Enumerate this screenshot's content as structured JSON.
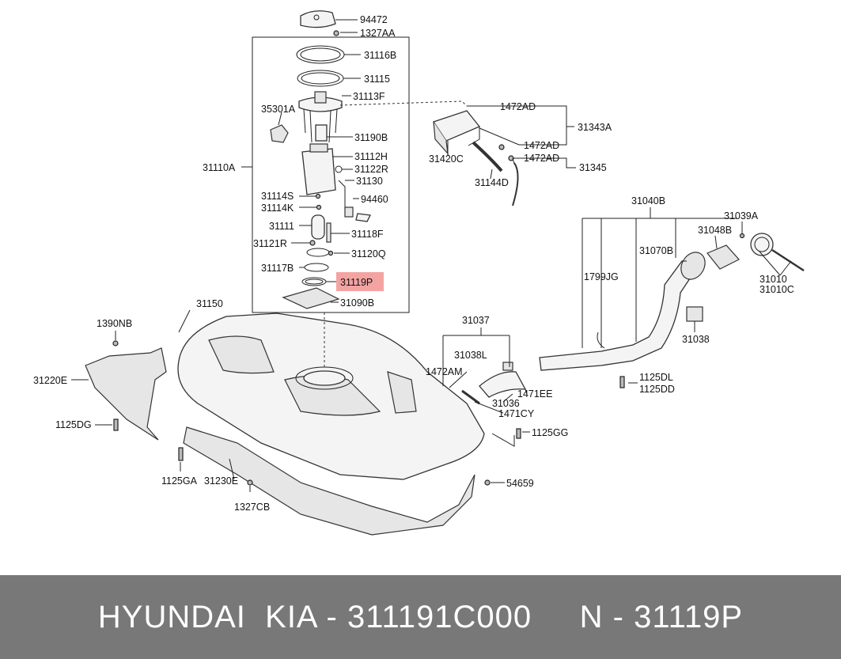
{
  "colors": {
    "highlight": "#f4a3a3",
    "footer_bg": "#787878",
    "footer_text": "#ffffff"
  },
  "footer": {
    "text": "HYUNDAI  KIA - 311191C000     N - 31119P"
  },
  "labels": {
    "l94472": "94472",
    "l1327AA": "1327AA",
    "l31116B": "31116B",
    "l31115": "31115",
    "l31113F": "31113F",
    "l35301A": "35301A",
    "l31190B": "31190B",
    "l31112H": "31112H",
    "l31110A": "31110A",
    "l31122R": "31122R",
    "l31130": "31130",
    "l31114S": "31114S",
    "l94460": "94460",
    "l31114K": "31114K",
    "l31111": "31111",
    "l31118F": "31118F",
    "l31121R": "31121R",
    "l31120Q": "31120Q",
    "l31117B": "31117B",
    "l31119P": "31119P",
    "l31090B": "31090B",
    "l1472AD_a": "1472AD",
    "l31343A": "31343A",
    "l1472AD_b": "1472AD",
    "l31420C": "31420C",
    "l1472AD_c": "1472AD",
    "l31345": "31345",
    "l31144D": "31144D",
    "l31040B": "31040B",
    "l31039A": "31039A",
    "l31048B": "31048B",
    "l31070B": "31070B",
    "l1799JG": "1799JG",
    "l31010": "31010",
    "l31010C": "31010C",
    "l31038": "31038",
    "l31150": "31150",
    "l1390NB": "1390NB",
    "l31037": "31037",
    "l31038L": "31038L",
    "l1472AM": "1472AM",
    "l1471EE": "1471EE",
    "l31036": "31036",
    "l1471CY": "1471CY",
    "l1125DL": "1125DL",
    "l1125DD": "1125DD",
    "l31220E": "31220E",
    "l1125DG": "1125DG",
    "l1125GG": "1125GG",
    "l1125GA": "1125GA",
    "l31230E": "31230E",
    "l54659": "54659",
    "l1327CB": "1327CB"
  }
}
